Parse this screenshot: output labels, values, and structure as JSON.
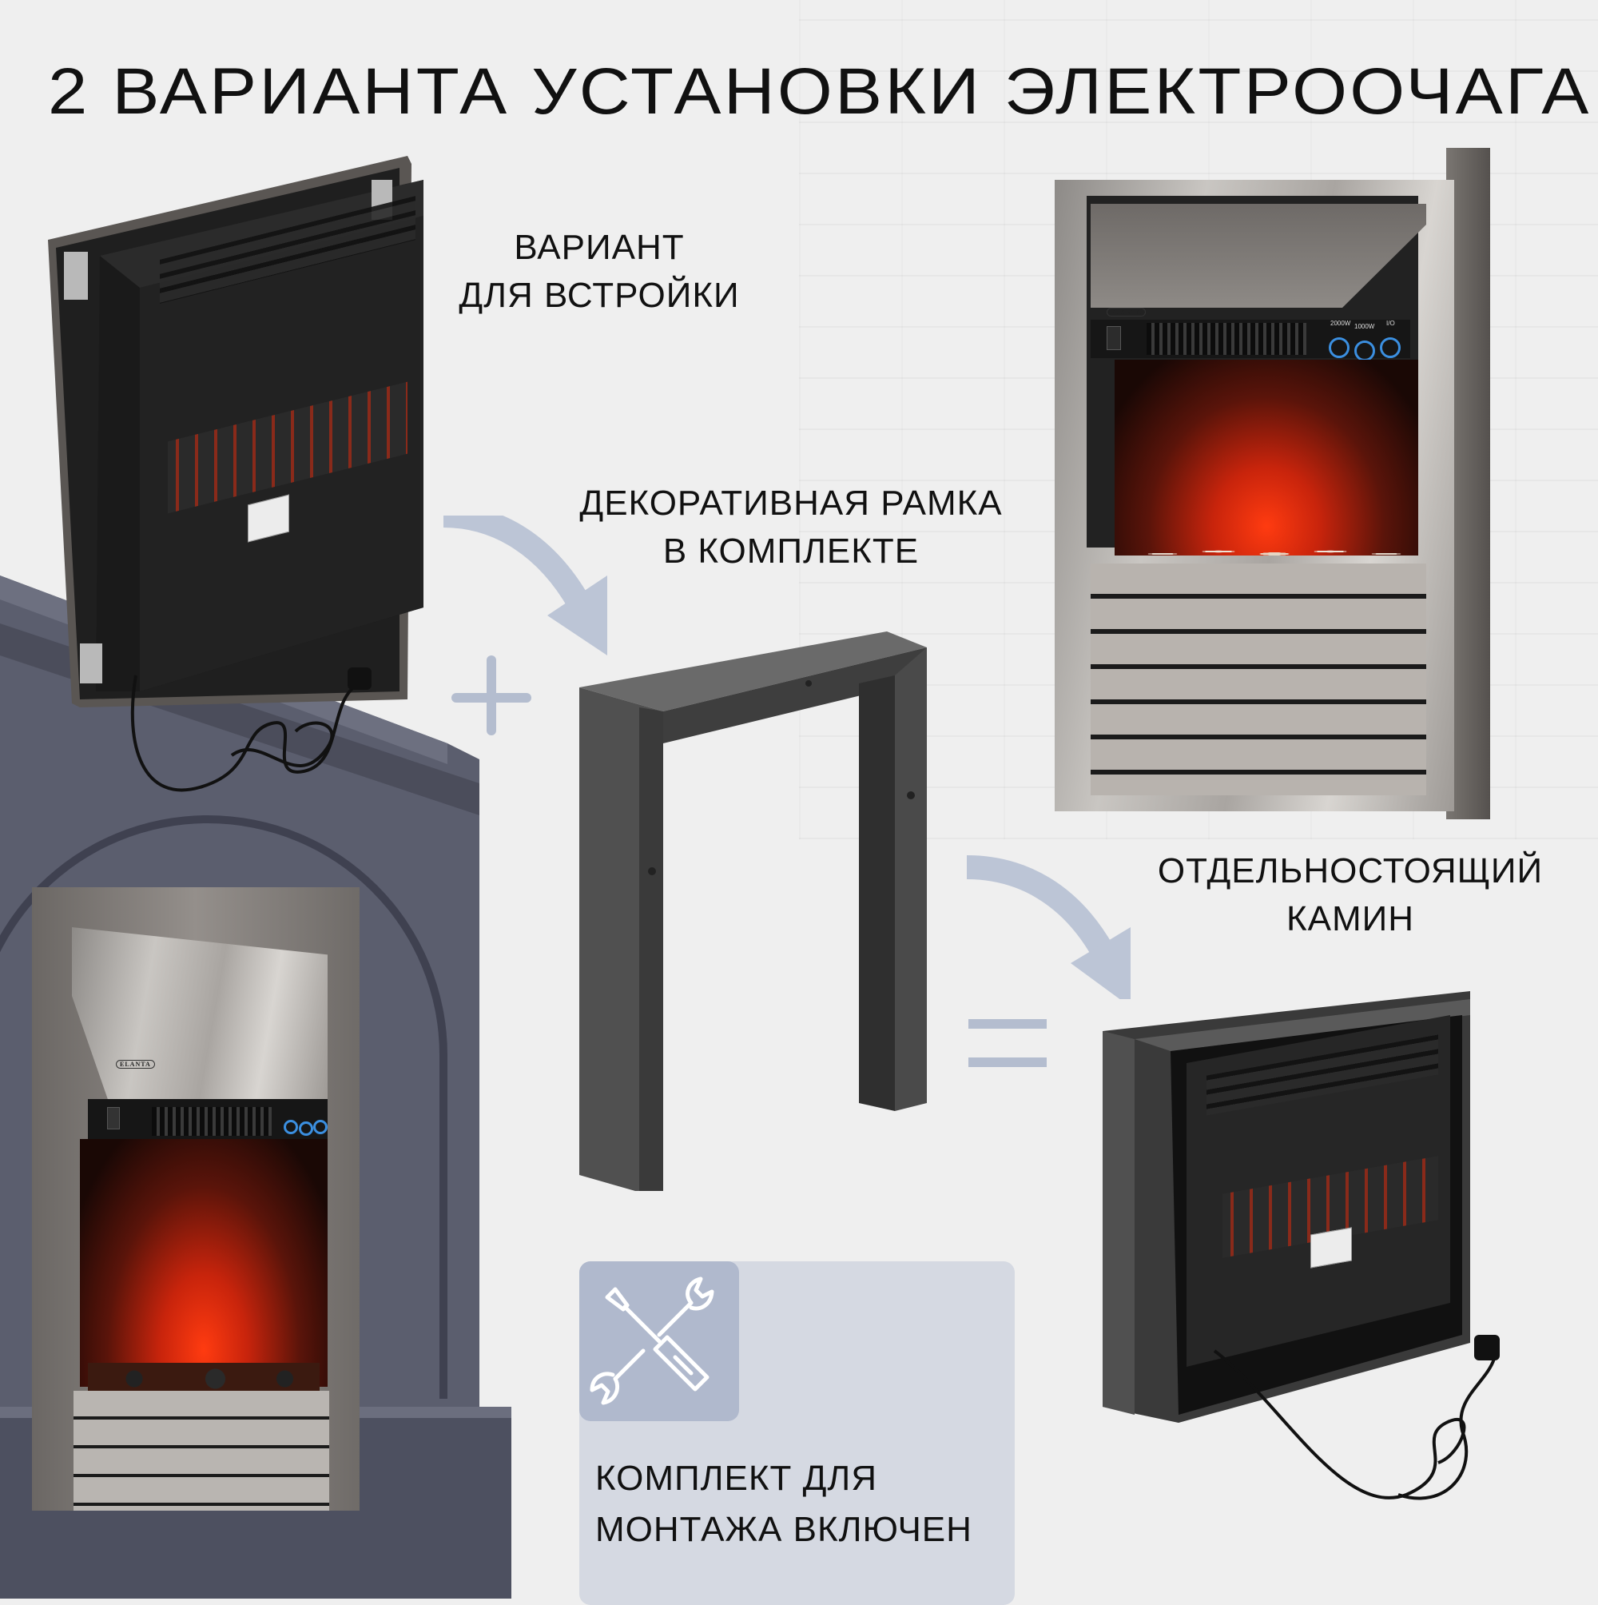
{
  "header": {
    "title": "2 ВАРИАНТА УСТАНОВКИ ЭЛЕКТРООЧАГА"
  },
  "options": {
    "builtin": {
      "line1": "ВАРИАНТ",
      "line2": "ДЛЯ ВСТРОЙКИ"
    },
    "frame": {
      "line1": "ДЕКОРАТИВНАЯ РАМКА",
      "line2": "В КОМПЛЕКТЕ"
    },
    "freestanding": {
      "line1": "ОТДЕЛЬНОСТОЯЩИЙ",
      "line2": "КАМИН"
    }
  },
  "operators": {
    "plus": "+",
    "equals": "="
  },
  "kit_card": {
    "icon": "tools-icon",
    "line1": "КОМПЛЕКТ ДЛЯ",
    "line2": "МОНТАЖА ВКЛЮЧЕН"
  },
  "product": {
    "brand": "ELANTA",
    "controls": {
      "power_high": "2000W",
      "power_low": "1000W",
      "on_off": "I/O"
    }
  },
  "colors": {
    "accent": "#bcc5d6",
    "card_bg": "#d5d9e2",
    "icon_bg": "#b0b9cd",
    "background": "#efefef",
    "surround": "#5a5d6d"
  }
}
